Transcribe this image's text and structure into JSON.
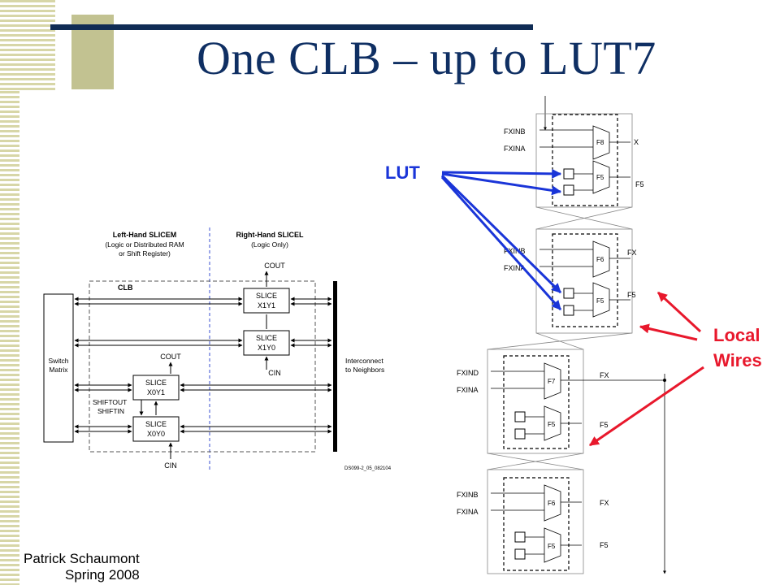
{
  "slide": {
    "title": "One CLB – up to LUT7",
    "author": "Patrick Schaumont",
    "term": "Spring 2008"
  },
  "clb_diagram": {
    "left_heading": "Left-Hand SLICEM",
    "left_sub1": "(Logic or Distributed RAM",
    "left_sub2": "or Shift Register)",
    "right_heading": "Right-Hand SLICEL",
    "right_sub": "(Logic Only)",
    "clb_label": "CLB",
    "switch_label_1": "Switch",
    "switch_label_2": "Matrix",
    "interconnect_1": "Interconnect",
    "interconnect_2": "to Neighbors",
    "cout_top": "COUT",
    "cout_mid": "COUT",
    "cin_mid": "CIN",
    "cin_bottom": "CIN",
    "shiftout": "SHIFTOUT",
    "shiftin": "SHIFTIN",
    "slice_word": "SLICE",
    "slice_x1y1": "X1Y1",
    "slice_x1y0": "X1Y0",
    "slice_x0y1": "X0Y1",
    "slice_x0y0": "X0Y0",
    "doc_code": "DS099-2_05_082104"
  },
  "mux_diagram": {
    "groups": [
      {
        "in1": "FXINB",
        "in2": "FXINA",
        "mux_top": "F8",
        "out_top": "X",
        "mux_bot": "F5",
        "out_bot": "F5"
      },
      {
        "in1": "FXINB",
        "in2": "FXINA",
        "mux_top": "F6",
        "out_top": "FX",
        "mux_bot": "F5",
        "out_bot": "F5"
      },
      {
        "in1": "FXIND",
        "in2": "FXINA",
        "mux_top": "F7",
        "out_top": "FX",
        "mux_bot": "F5",
        "out_bot": "F5"
      },
      {
        "in1": "FXINB",
        "in2": "FXINA",
        "mux_top": "F6",
        "out_top": "FX",
        "mux_bot": "F5",
        "out_bot": "F5"
      }
    ]
  },
  "annotations": {
    "lut_label": "LUT",
    "local_wires_1": "Local",
    "local_wires_2": "Wires",
    "lut_color": "#1a35d8",
    "local_color": "#e8182c"
  }
}
